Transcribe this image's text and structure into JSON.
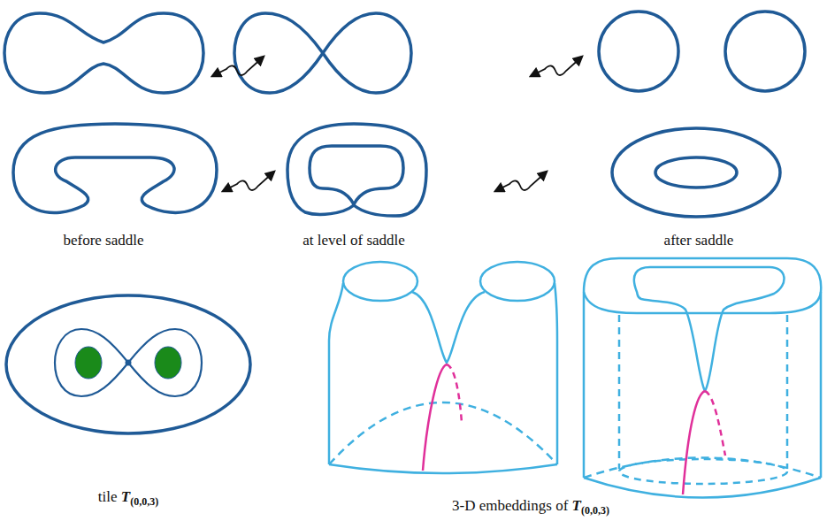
{
  "diagram": {
    "labels": [
      "before saddle",
      "at level of saddle",
      "after saddle",
      "tile T(0,0,3)",
      "3-D embeddings of T(0,0,3)"
    ]
  }
}
